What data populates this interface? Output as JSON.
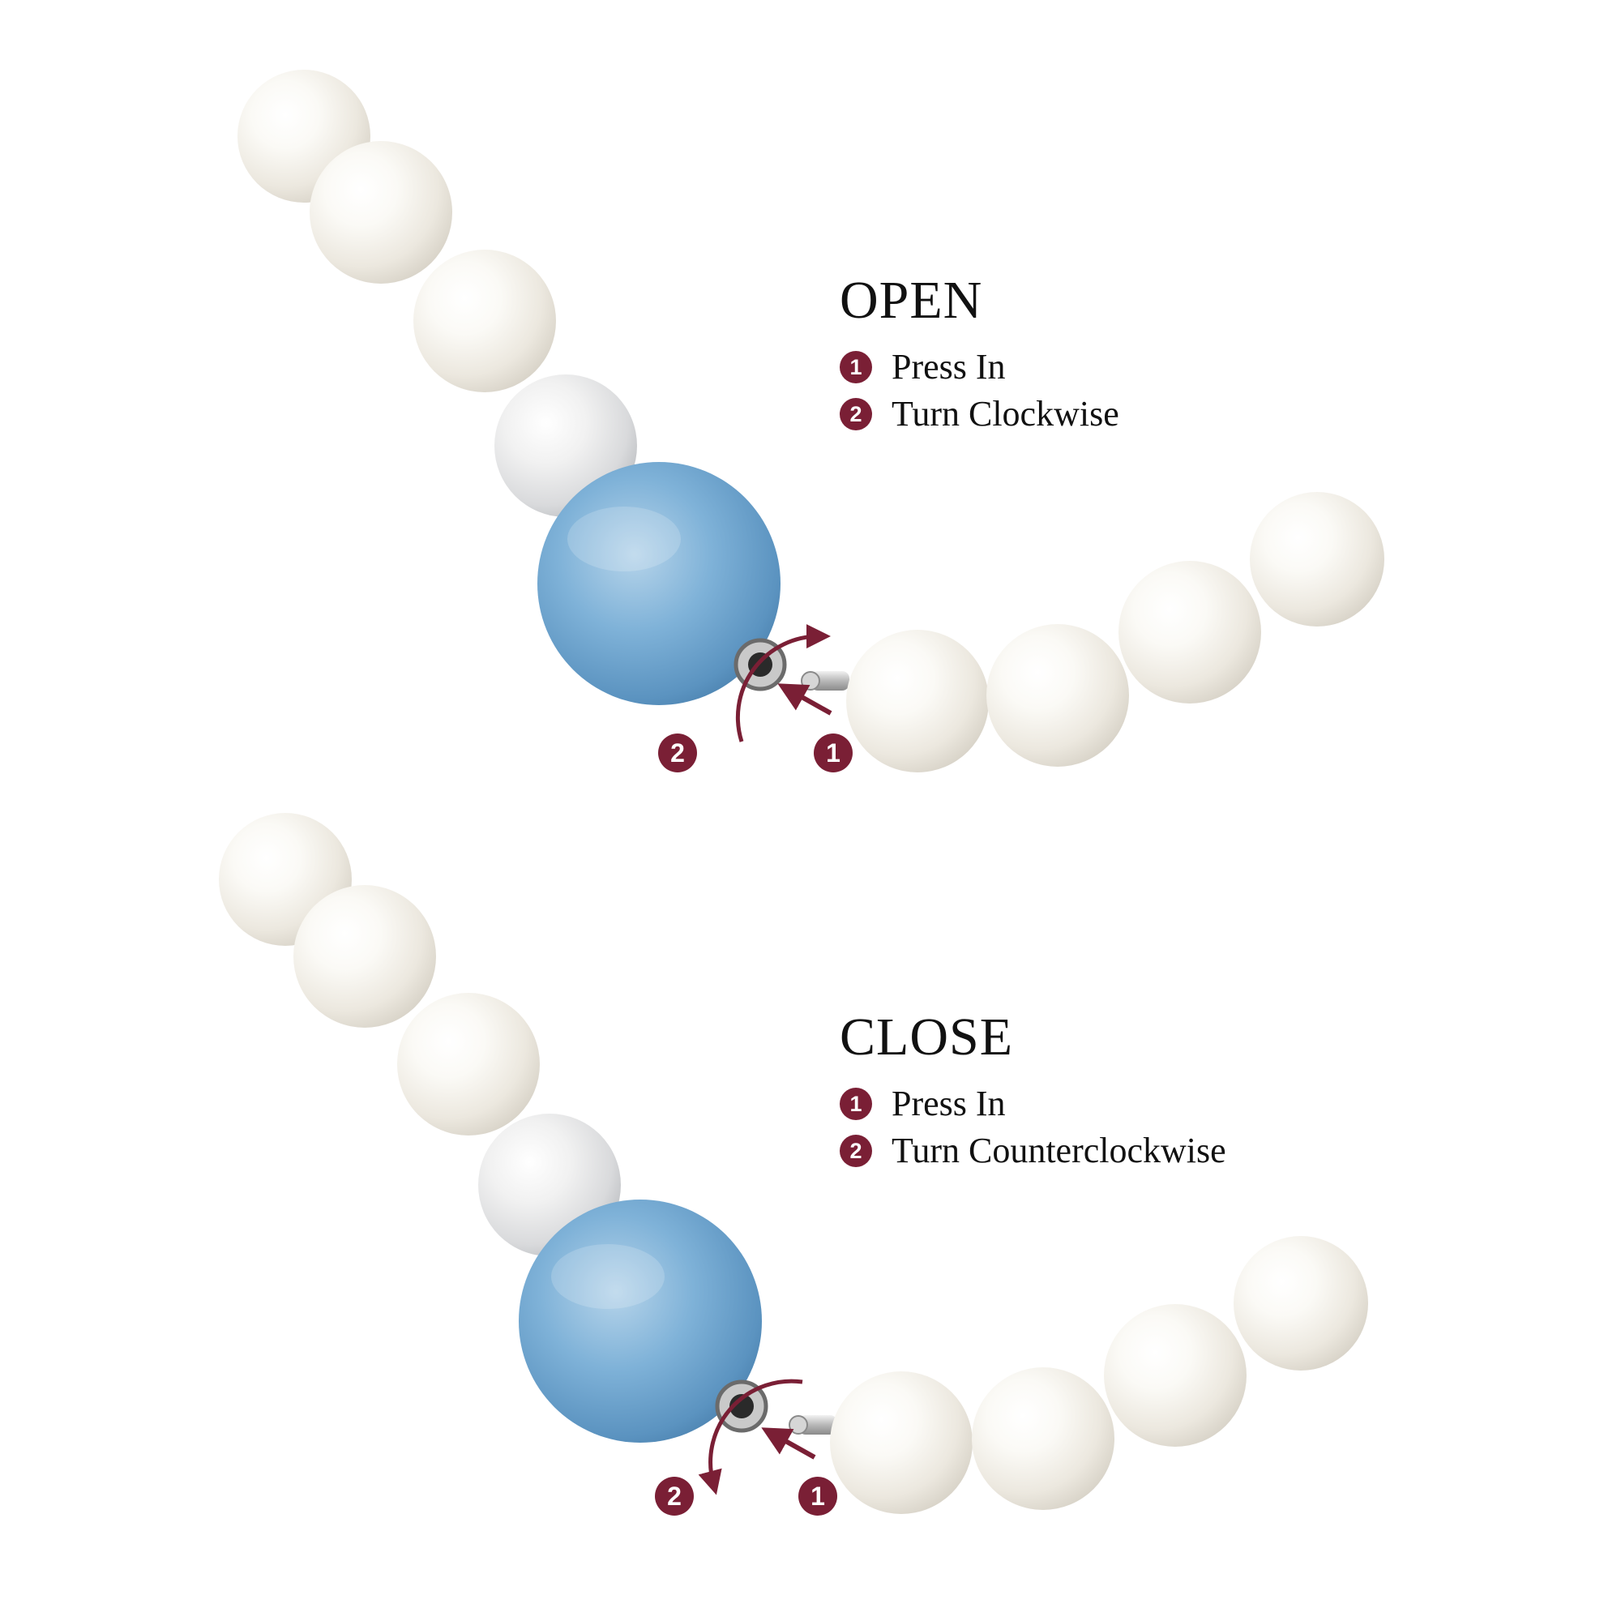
{
  "colors": {
    "accent": "#7a1f35",
    "pearl": "#f4f1ea",
    "bead": "#6fa6cf",
    "text": "#111111"
  },
  "panels": [
    {
      "heading": "OPEN",
      "steps": [
        {
          "number": "1",
          "text": "Press In"
        },
        {
          "number": "2",
          "text": "Turn Clockwise"
        }
      ],
      "callouts": {
        "press": "1",
        "turn": "2"
      },
      "rotation": "clockwise"
    },
    {
      "heading": "CLOSE",
      "steps": [
        {
          "number": "1",
          "text": "Press In"
        },
        {
          "number": "2",
          "text": "Turn Counterclockwise"
        }
      ],
      "callouts": {
        "press": "1",
        "turn": "2"
      },
      "rotation": "counterclockwise"
    }
  ]
}
